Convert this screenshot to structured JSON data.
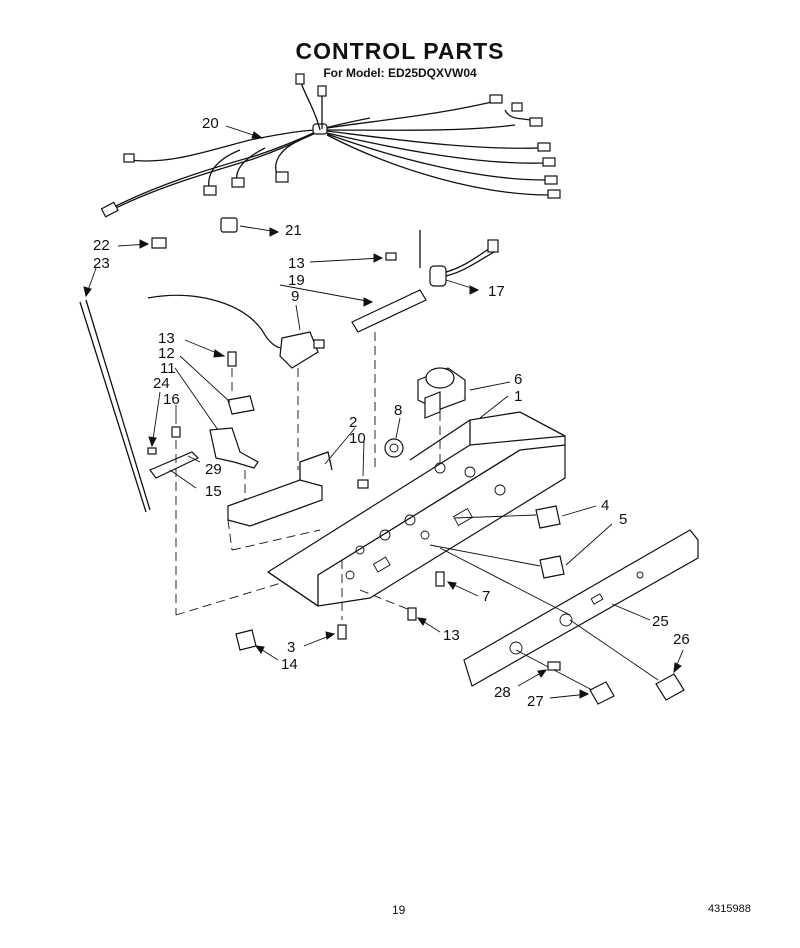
{
  "header": {
    "title": "CONTROL PARTS",
    "subtitle": "For Model: ED25DQXVW04"
  },
  "footer": {
    "page_number": "19",
    "document_number": "4315988"
  },
  "callouts": [
    {
      "id": "20",
      "label": "20"
    },
    {
      "id": "21",
      "label": "21"
    },
    {
      "id": "22",
      "label": "22"
    },
    {
      "id": "23",
      "label": "23"
    },
    {
      "id": "13a",
      "label": "13"
    },
    {
      "id": "19",
      "label": "19"
    },
    {
      "id": "17",
      "label": "17"
    },
    {
      "id": "9",
      "label": "9"
    },
    {
      "id": "13b",
      "label": "13"
    },
    {
      "id": "12",
      "label": "12"
    },
    {
      "id": "11",
      "label": "11"
    },
    {
      "id": "24",
      "label": "24"
    },
    {
      "id": "16",
      "label": "16"
    },
    {
      "id": "29",
      "label": "29"
    },
    {
      "id": "15",
      "label": "15"
    },
    {
      "id": "2",
      "label": "2"
    },
    {
      "id": "10",
      "label": "10"
    },
    {
      "id": "8",
      "label": "8"
    },
    {
      "id": "6",
      "label": "6"
    },
    {
      "id": "1",
      "label": "1"
    },
    {
      "id": "4",
      "label": "4"
    },
    {
      "id": "5",
      "label": "5"
    },
    {
      "id": "7",
      "label": "7"
    },
    {
      "id": "25",
      "label": "25"
    },
    {
      "id": "26",
      "label": "26"
    },
    {
      "id": "13c",
      "label": "13"
    },
    {
      "id": "3",
      "label": "3"
    },
    {
      "id": "14",
      "label": "14"
    },
    {
      "id": "28",
      "label": "28"
    },
    {
      "id": "27",
      "label": "27"
    }
  ]
}
